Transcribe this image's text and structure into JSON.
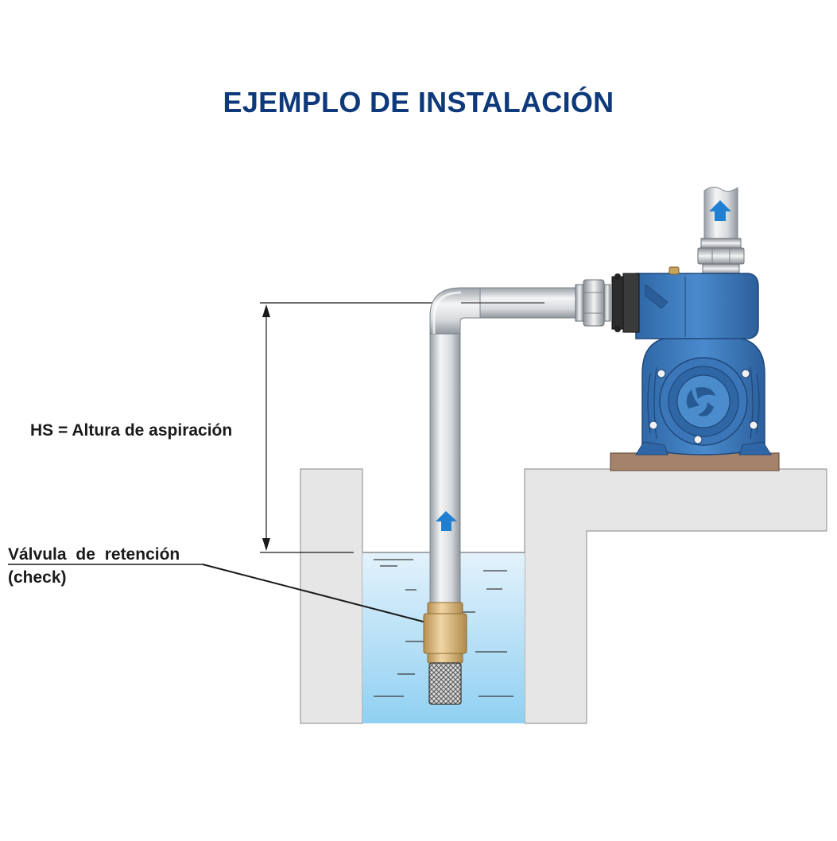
{
  "title": "EJEMPLO DE INSTALACIÓN",
  "labels": {
    "suction_height": "HS = Altura de aspiración",
    "check_valve_line1": "Válvula de retención",
    "check_valve_line2": "(check)"
  },
  "colors": {
    "title": "#0e3a7c",
    "water_top": "#e3f2fb",
    "water_bottom": "#8fd0f2",
    "pump_blue": "#3f7fc2",
    "pump_dark": "#244f86",
    "pipe_light": "#eef0f2",
    "pipe_shade": "#9ca3aa",
    "arrow_blue": "#1f7fd0",
    "brass": "#d9b77d",
    "wall": "#e6e6e6",
    "base_wood": "#a5836a"
  },
  "icons": {
    "flow_arrow": "up-arrow-icon",
    "foot_strainer": "mesh-strainer-icon"
  }
}
